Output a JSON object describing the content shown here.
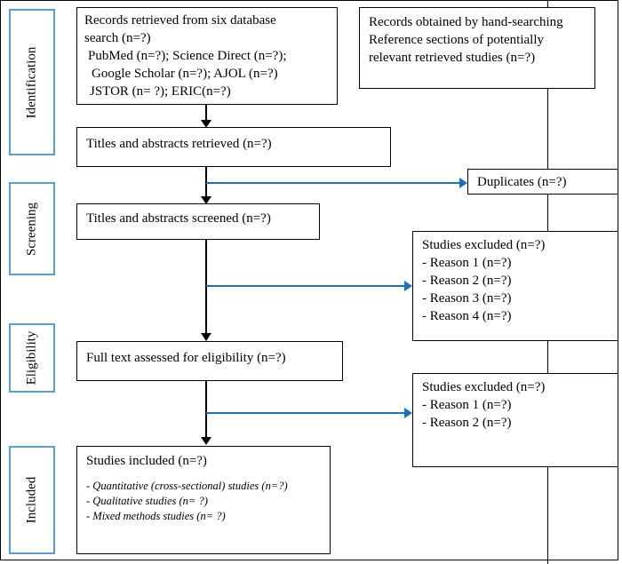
{
  "stages": {
    "identification": "Identification",
    "screening": "Screening",
    "eligibility": "Eligibility",
    "included": "Included"
  },
  "boxes": {
    "database_search": {
      "lines": [
        "Records retrieved from six database",
        "search (n=?)",
        "PubMed (n=?); Science Direct (n=?);",
        "Google Scholar (n=?); AJOL (n=?)",
        "JSTOR (n= ?); ERIC(n=?)"
      ]
    },
    "hand_search": {
      "lines": [
        "Records obtained by hand-searching",
        "Reference sections of potentially",
        "relevant retrieved studies (n=?)"
      ]
    },
    "titles_retrieved": "Titles and abstracts retrieved (n=?)",
    "duplicates": "Duplicates (n=?)",
    "titles_screened": "Titles and abstracts screened (n=?)",
    "excluded_screening": {
      "lines": [
        "Studies excluded (n=?)",
        "- Reason 1 (n=?)",
        "- Reason 2 (n=?)",
        "- Reason 3 (n=?)",
        "- Reason 4 (n=?)"
      ]
    },
    "full_text": "Full text assessed for eligibility (n=?)",
    "excluded_eligibility": {
      "lines": [
        "Studies excluded (n=?)",
        "- Reason 1 (n=?)",
        "- Reason 2 (n=?)"
      ]
    },
    "included": {
      "title": "Studies included (n=?)",
      "lines": [
        "- Quantitative (cross-sectional) studies (n=?)",
        "- Qualitative studies (n= ?)",
        "- Mixed methods studies (n= ?)"
      ]
    }
  }
}
